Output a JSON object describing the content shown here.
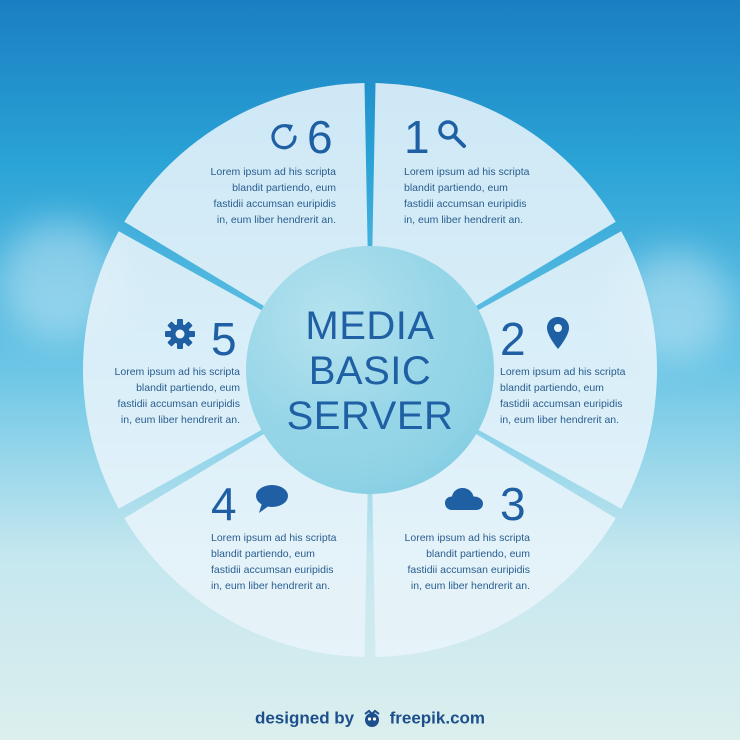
{
  "colors": {
    "accent": "#1f5fa4",
    "text": "#2a5d8f",
    "segment_fill": "#e8f4fa",
    "center_fill": "#8fd3e6"
  },
  "center": {
    "lines": [
      "MEDIA",
      "BASIC",
      "SERVER"
    ]
  },
  "segments": [
    {
      "number": "1",
      "icon": "search-icon",
      "text": [
        "Lorem ipsum ad his scripta",
        "blandit partiendo, eum",
        "fastidii accumsan euripidis",
        "in, eum liber hendrerit an."
      ]
    },
    {
      "number": "2",
      "icon": "location-pin-icon",
      "text": [
        "Lorem ipsum ad his scripta",
        "blandit partiendo, eum",
        "fastidii accumsan euripidis",
        "in, eum liber hendrerit an."
      ]
    },
    {
      "number": "3",
      "icon": "cloud-icon",
      "text": [
        "Lorem ipsum ad his scripta",
        "blandit partiendo, eum",
        "fastidii accumsan euripidis",
        "in, eum liber hendrerit an."
      ]
    },
    {
      "number": "4",
      "icon": "chat-bubble-icon",
      "text": [
        "Lorem ipsum ad his scripta",
        "blandit partiendo, eum",
        "fastidii accumsan euripidis",
        "in, eum liber hendrerit an."
      ]
    },
    {
      "number": "5",
      "icon": "gear-icon",
      "text": [
        "Lorem ipsum ad his scripta",
        "blandit partiendo, eum",
        "fastidii accumsan euripidis",
        "in, eum liber hendrerit an."
      ]
    },
    {
      "number": "6",
      "icon": "refresh-icon",
      "text": [
        "Lorem ipsum ad his scripta",
        "blandit partiendo, eum",
        "fastidii accumsan euripidis",
        "in, eum liber hendrerit an."
      ]
    }
  ],
  "credit": {
    "prefix": "designed by",
    "brand": "freepik.com"
  }
}
